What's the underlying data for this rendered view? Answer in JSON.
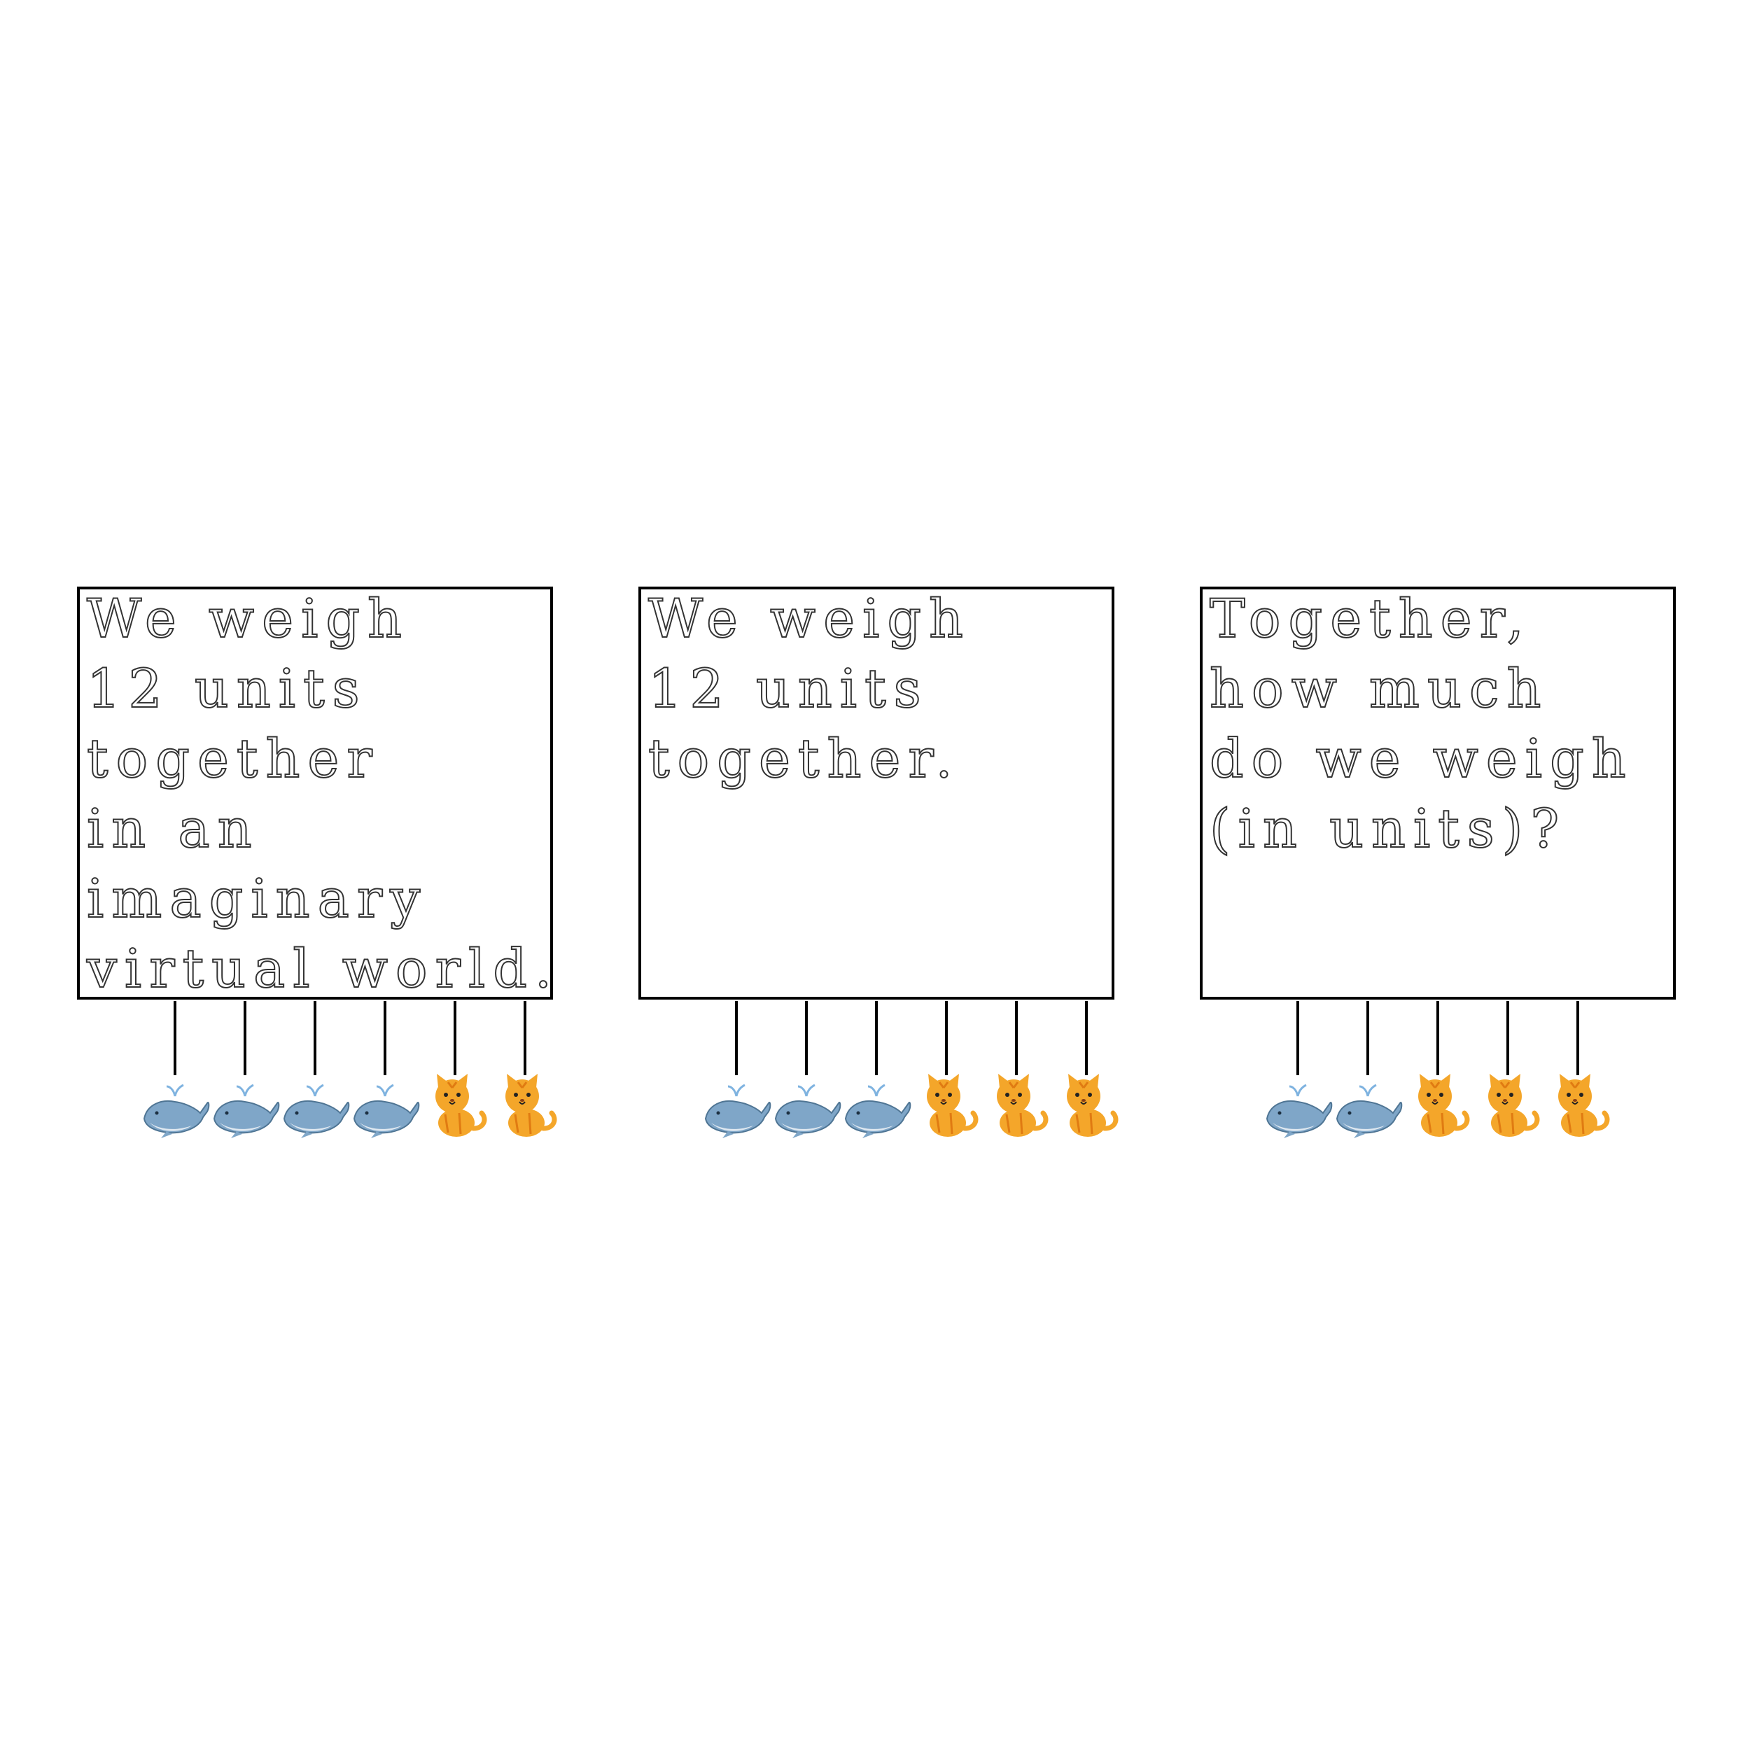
{
  "panels": [
    {
      "lines": [
        "We weigh",
        "12 units",
        "together",
        "in an",
        "imaginary",
        "virtual world."
      ],
      "animals": [
        "whale-icon",
        "whale-icon",
        "whale-icon",
        "whale-icon",
        "cat-icon",
        "cat-icon"
      ]
    },
    {
      "lines": [
        "We weigh",
        "12 units",
        "together."
      ],
      "animals": [
        "whale-icon",
        "whale-icon",
        "whale-icon",
        "cat-icon",
        "cat-icon",
        "cat-icon"
      ]
    },
    {
      "lines": [
        "Together,",
        "how much",
        "do we weigh",
        "(in units)?"
      ],
      "animals": [
        "whale-icon",
        "whale-icon",
        "cat-icon",
        "cat-icon",
        "cat-icon"
      ]
    }
  ],
  "colors": {
    "whale": "#7fa6c8",
    "whale_belly": "#dfe8f0",
    "cat": "#f4a62a",
    "cat_stripe": "#e07b12"
  }
}
